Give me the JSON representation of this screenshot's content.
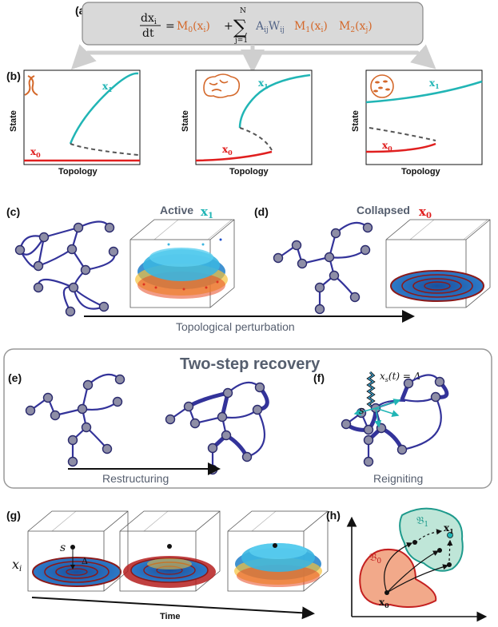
{
  "panels": {
    "a": {
      "label": "(a)",
      "equation": {
        "lhs_num": "dx",
        "lhs_num_sub": "i",
        "lhs_den": "dt",
        "equals": "=",
        "M0": "M",
        "M0_sub": "0",
        "M0_arg": "(x",
        "M0_arg_sub": "i",
        "M0_close": ")",
        "plus": "+",
        "sum_top": "N",
        "sum_sign": "∑",
        "sum_bottom": "j=1",
        "AW": "A",
        "AW_sub": "ij",
        "W": "W",
        "W_sub": "ij",
        "M1": "M",
        "M1_sub": "1",
        "M1_arg": "(x",
        "M1_arg_sub": "i",
        "M1_close": ")",
        "M2": "M",
        "M2_sub": "2",
        "M2_arg": "(x",
        "M2_arg_sub": "j",
        "M2_close": ")"
      }
    },
    "b": {
      "label": "(b)",
      "xlabel": "Topology",
      "ylabel": "State",
      "upper_state": "x",
      "upper_state_sub": "1",
      "lower_state": "x",
      "lower_state_sub": "0",
      "icons": [
        "dna-icon",
        "brain-icon",
        "microbiome-icon"
      ]
    },
    "c": {
      "label": "(c)",
      "title": "Active",
      "state": "x",
      "state_sub": "1"
    },
    "d": {
      "label": "(d)",
      "title": "Collapsed",
      "state": "x",
      "state_sub": "0"
    },
    "cd_arrow_label": "Topological perturbation",
    "recovery_title": "Two-step recovery",
    "e": {
      "label": "(e)",
      "arrow_label": "Restructuring"
    },
    "f": {
      "label": "(f)",
      "signal": "x",
      "signal_sub": "s",
      "signal_rest": "(t) = Δ",
      "node_label": "s",
      "caption": "Reigniting"
    },
    "g": {
      "label": "(g)",
      "ylabel": "x",
      "ylabel_sub": "i",
      "node_label": "s",
      "delta": "Δ",
      "xlabel": "Time"
    },
    "h": {
      "label": "(h)",
      "basin_upper": "𝔅",
      "basin_upper_sub": "1",
      "basin_lower": "𝔅",
      "basin_lower_sub": "0",
      "point_upper": "x",
      "point_upper_sub": "1",
      "point_lower": "x",
      "point_lower_sub": "0"
    }
  },
  "colors": {
    "teal": "#21b5b5",
    "red": "#e01f1f",
    "orange": "#d4682a",
    "blue_edge": "#33339a",
    "node_fill": "#8e8ea6",
    "box_gray": "#d9d9d9",
    "basin_red": "#f2a98a",
    "basin_teal": "#bfe6d8"
  }
}
